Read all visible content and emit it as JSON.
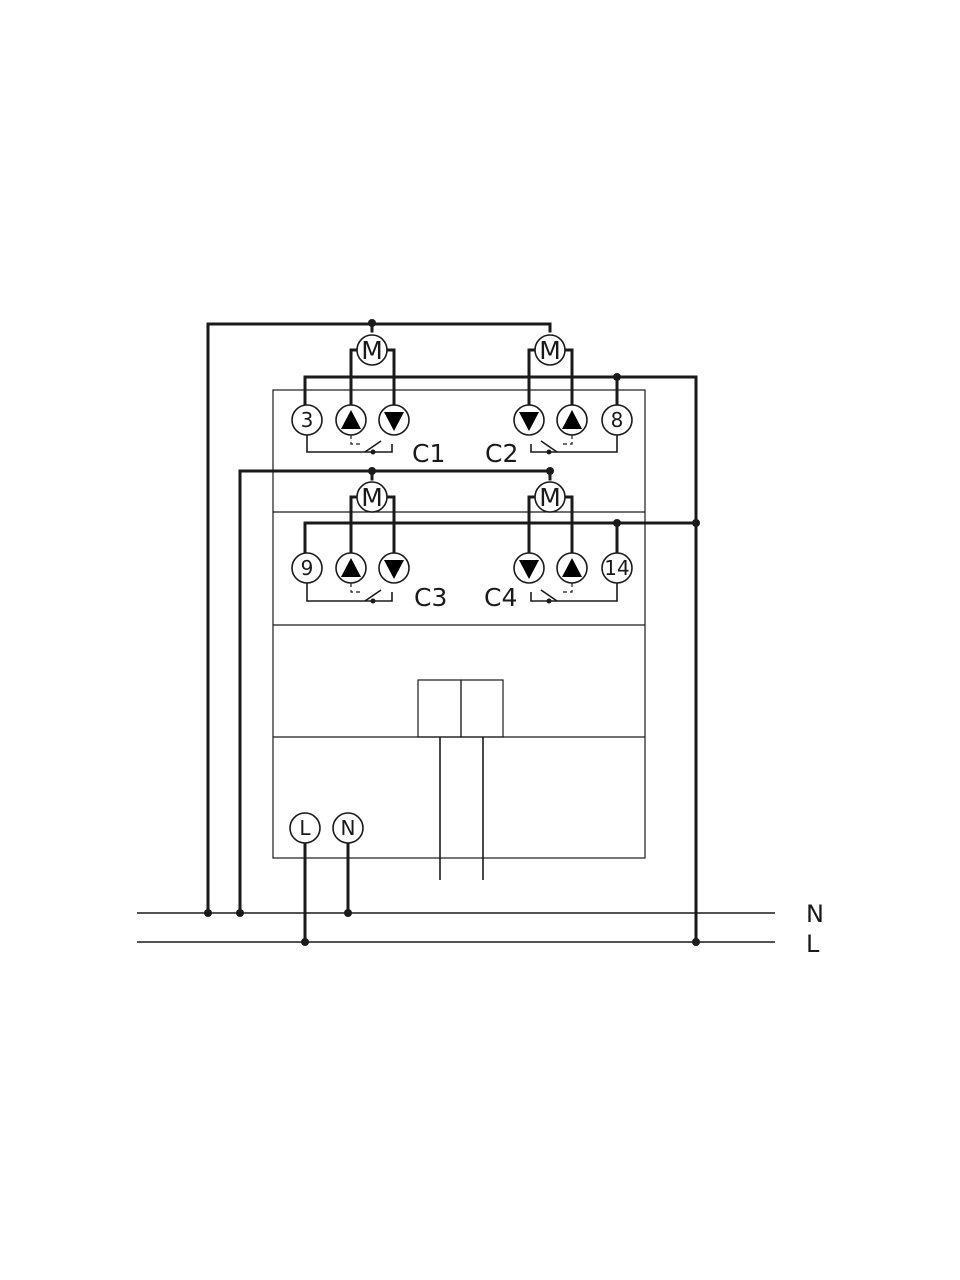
{
  "terminals": {
    "t3": "3",
    "t8": "8",
    "t9": "9",
    "t14": "14",
    "tL": "L",
    "tN": "N"
  },
  "motor": "M",
  "channels": {
    "c1": "C1",
    "c2": "C2",
    "c3": "C3",
    "c4": "C4"
  },
  "supply": {
    "neutral": "N",
    "live": "L"
  }
}
